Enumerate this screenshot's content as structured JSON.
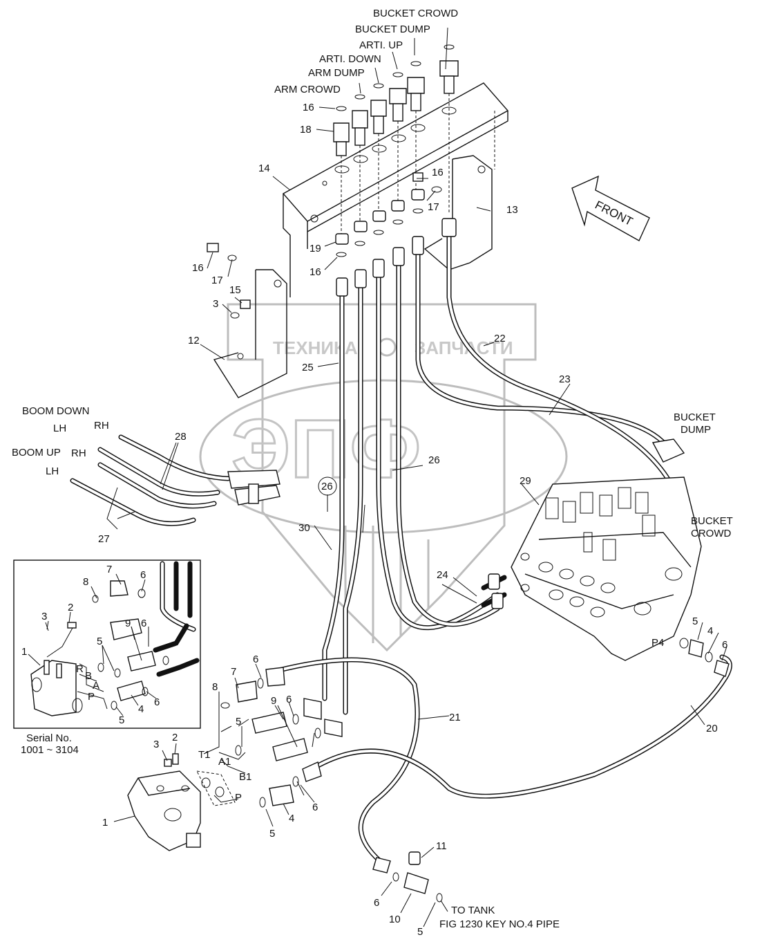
{
  "watermark": {
    "left_word": "ТЕХНИКА",
    "right_word": "ЗАПЧАСТИ",
    "logo": "ЭПФ"
  },
  "direction_label": "FRONT",
  "function_labels": {
    "bucket_crowd_top": "BUCKET CROWD",
    "bucket_dump_top": "BUCKET DUMP",
    "arti_up": "ARTI. UP",
    "arti_down": "ARTI. DOWN",
    "arm_dump": "ARM DUMP",
    "arm_crowd": "ARM CROWD",
    "boom_down": "BOOM DOWN",
    "boom_up": "BOOM UP",
    "lh_1": "LH",
    "rh_1": "RH",
    "rh_2": "RH",
    "lh_2": "LH",
    "bucket_dump_right_1": "BUCKET",
    "bucket_dump_right_2": "DUMP",
    "bucket_crowd_right_1": "BUCKET",
    "bucket_crowd_right_2": "CROWD",
    "to_tank_1": "TO TANK",
    "to_tank_2": "FIG 1230 KEY NO.4 PIPE"
  },
  "port_labels": {
    "p4": "P4",
    "r": "R",
    "b": "B",
    "a": "A",
    "p_inset": "P",
    "t1": "T1",
    "a1": "A1",
    "b1": "B1",
    "p_main": "P"
  },
  "inset": {
    "serial_line_1": "Serial No.",
    "serial_line_2": "1001 ~ 3104"
  },
  "callouts": {
    "c16a": "16",
    "c18": "18",
    "c14": "14",
    "c16b": "16",
    "c17a": "17",
    "c13": "13",
    "c19": "19",
    "c16c": "16",
    "c16d": "16",
    "c17b": "17",
    "c15": "15",
    "c3a": "3",
    "c12": "12",
    "c25": "25",
    "c22": "22",
    "c23": "23",
    "c28": "28",
    "c26a": "26",
    "c26b": "26",
    "c29": "29",
    "c27": "27",
    "c30": "30",
    "c24": "24",
    "c8a": "8",
    "c7a": "7",
    "c6a": "6",
    "c3b": "3",
    "c2a": "2",
    "c9a": "9",
    "c6b": "6",
    "c5a": "5",
    "c1a": "1",
    "c4a": "4",
    "c6c": "6",
    "c5b": "5",
    "c6d": "6",
    "c7b": "7",
    "c8b": "8",
    "c9b": "9",
    "c6e": "6",
    "c5c": "5",
    "c21": "21",
    "c20": "20",
    "c5d": "5",
    "c4b": "4",
    "c6f": "6",
    "c3c": "3",
    "c2b": "2",
    "c1b": "1",
    "c6g": "6",
    "c4c": "4",
    "c5e": "5",
    "c11": "11",
    "c6h": "6",
    "c10": "10",
    "c5f": "5"
  }
}
